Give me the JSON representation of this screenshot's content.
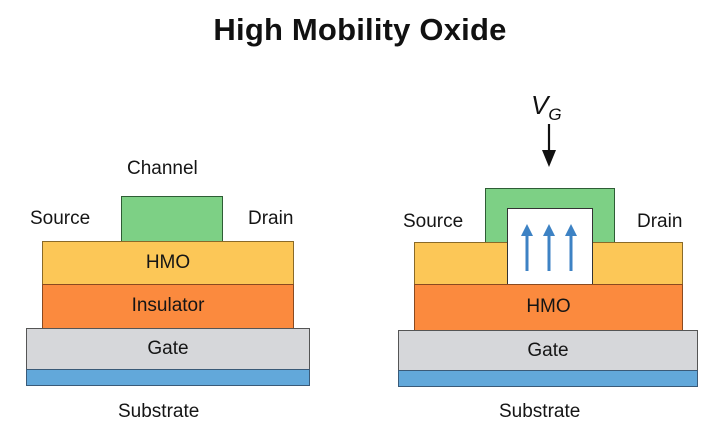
{
  "title": "High Mobility Oxide",
  "left_diagram": {
    "channel_label": "Channel",
    "source_label": "Source",
    "drain_label": "Drain",
    "layers": {
      "hmo": "HMO",
      "insulator": "Insulator",
      "gate": "Gate"
    },
    "substrate_label": "Substrate"
  },
  "right_diagram": {
    "gate_voltage_label": "V",
    "gate_voltage_subscript": "G",
    "source_label": "Source",
    "drain_label": "Drain",
    "layers": {
      "hmo": "HMO",
      "gate": "Gate"
    },
    "substrate_label": "Substrate",
    "arrow_count": 3
  },
  "colors": {
    "channel_green": "#7dd085",
    "hmo_yellow": "#fcc757",
    "orange": "#fb8a3e",
    "gate_gray": "#d6d7da",
    "substrate_blue": "#62a8da",
    "arrow_blue": "#3d82c4"
  }
}
